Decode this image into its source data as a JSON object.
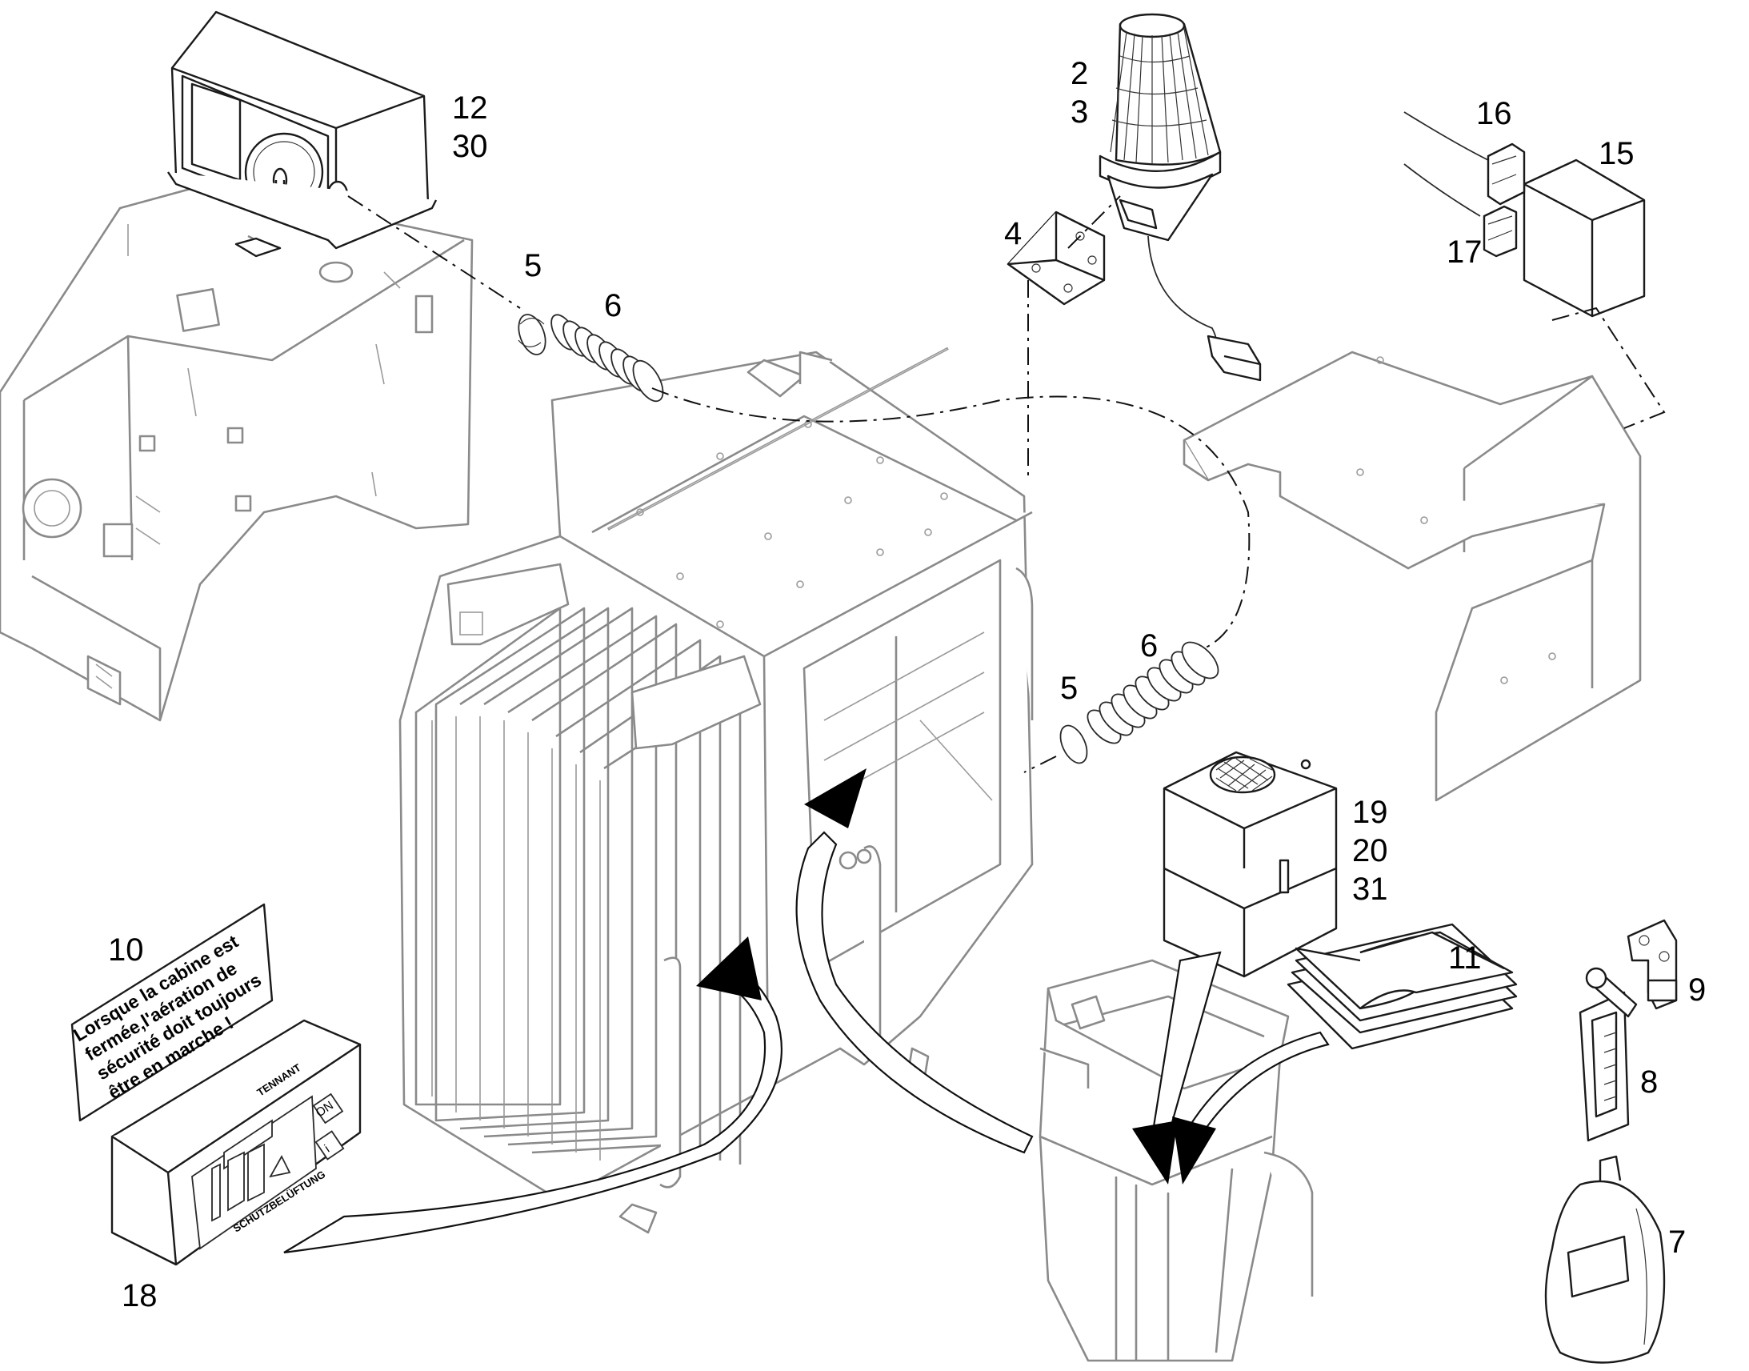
{
  "callouts": {
    "c2": "2",
    "c3": "3",
    "c4": "4",
    "c5a": "5",
    "c6a": "6",
    "c5b": "5",
    "c6b": "6",
    "c7": "7",
    "c8": "8",
    "c9": "9",
    "c10": "10",
    "c11": "11",
    "c12": "12",
    "c30": "30",
    "c15": "15",
    "c16": "16",
    "c17": "17",
    "c18": "18",
    "c19": "19",
    "c20": "20",
    "c31": "31"
  },
  "warning_label": {
    "lines": [
      "Lorsque la cabine est",
      "fermée,l'aération de",
      "sécurité doit toujours",
      "être en marche !"
    ]
  },
  "control_panel": {
    "brand": "TENNANT",
    "caption": "SCHUTZBELÜFTUNG",
    "on_button": "ON",
    "info_button": "i"
  }
}
